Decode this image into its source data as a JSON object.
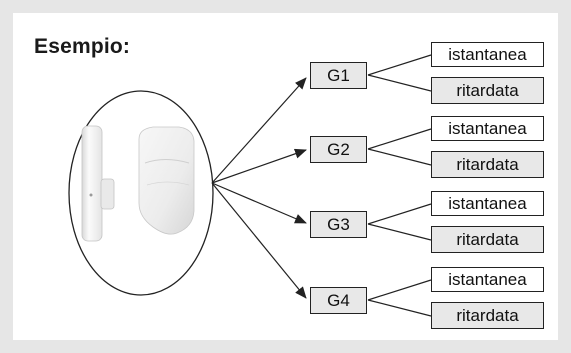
{
  "title": "Esempio:",
  "groups": [
    {
      "label": "G1",
      "modes": [
        "istantanea",
        "ritardata"
      ]
    },
    {
      "label": "G2",
      "modes": [
        "istantanea",
        "ritardata"
      ]
    },
    {
      "label": "G3",
      "modes": [
        "istantanea",
        "ritardata"
      ]
    },
    {
      "label": "G4",
      "modes": [
        "istantanea",
        "ritardata"
      ]
    }
  ],
  "colors": {
    "frame": "#e6e6e6",
    "box_fill": "#e8e8e8",
    "line": "#222222"
  },
  "icons": [
    "door-contact-sensor-icon",
    "motion-detector-icon"
  ]
}
